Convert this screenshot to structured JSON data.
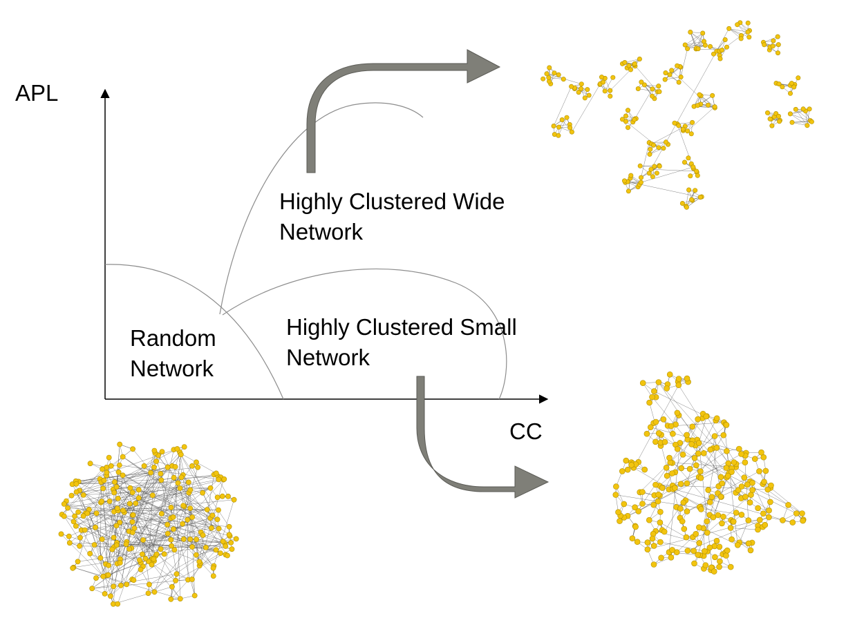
{
  "axes": {
    "y_label": "APL",
    "x_label": "CC"
  },
  "regions": {
    "random": {
      "line1": "Random",
      "line2": "Network"
    },
    "small_world": {
      "line1": "Highly Clustered Small",
      "line2": "Network"
    },
    "wide": {
      "line1": "Highly Clustered Wide",
      "line2": "Network"
    }
  },
  "colors": {
    "axis": "#000000",
    "boundary": "#8c8c8c",
    "arrow_fill": "#7f7f78",
    "arrow_stroke": "#5a5a55",
    "node_fill": "#f2c40f",
    "node_stroke": "#b08f00",
    "edge": "#555555"
  },
  "icons": {
    "random_graph": "random-network-graph-icon",
    "small_world_graph": "small-world-network-graph-icon",
    "wide_graph": "wide-clustered-network-graph-icon",
    "wide_arrow": "curved-arrow-right-icon",
    "small_arrow": "curved-arrow-down-right-icon"
  }
}
